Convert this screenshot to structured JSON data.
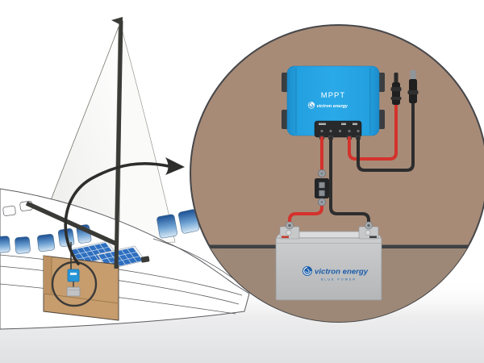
{
  "detail_circle": {
    "controller": {
      "model_label": "MPPT",
      "brand": "victron energy"
    },
    "battery": {
      "brand": "victron energy",
      "tagline": "BLUE POWER"
    }
  },
  "colors": {
    "circle_brown": "#a78b77",
    "circle_brown_lower": "#9d8877",
    "circle_outline": "#47474a",
    "wire_red": "#d4322c",
    "wire_black": "#2d2d2d",
    "controller_blue": "#23a0e0",
    "brand_text_blue": "#1a5ca8",
    "battery_gray": "#c2c4c6",
    "cutaway_tan": "#c79d6e",
    "solar_panel_blue": "#2e6fc0",
    "mast_dark": "#3a3a37"
  },
  "components": [
    "sailboat",
    "mainsail",
    "jib-sail",
    "mast",
    "boom",
    "cabin-windows",
    "solar-panels",
    "hull-cutaway",
    "mini-charge-controller",
    "mini-battery",
    "zoom-arrow",
    "detail-circle",
    "mppt-charge-controller",
    "terminal-block",
    "inline-fuse",
    "mc4-connectors",
    "battery",
    "ring-terminals",
    "bulkhead-line"
  ]
}
